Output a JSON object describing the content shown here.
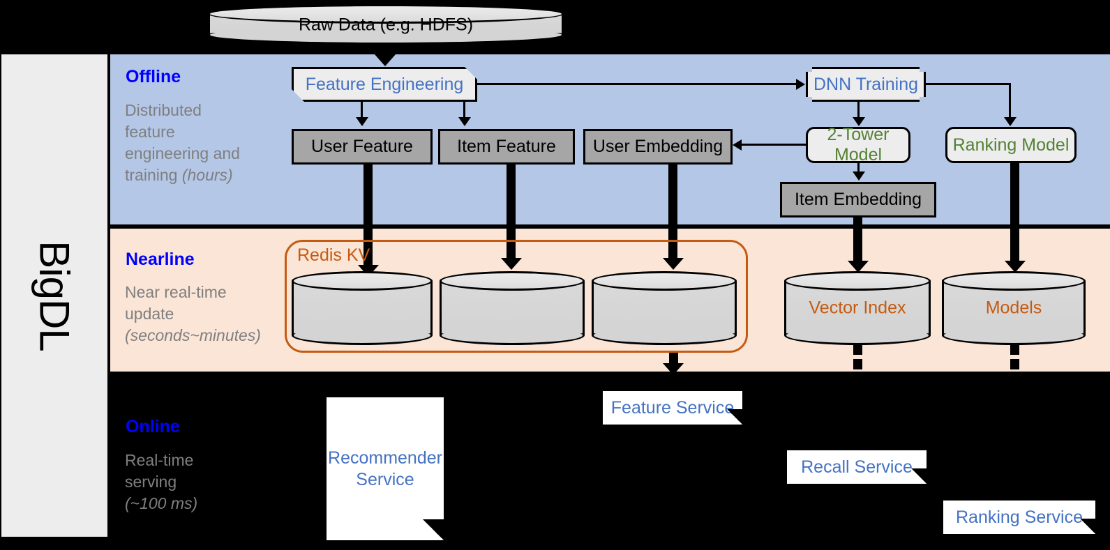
{
  "sidebar": {
    "brand": "BigDL"
  },
  "sections": [
    {
      "id": "offline",
      "title": "Offline",
      "subtitle_lines": [
        "Distributed",
        "feature",
        "engineering and",
        "training "
      ],
      "subtitle_italic": "(hours)"
    },
    {
      "id": "nearline",
      "title": "Nearline",
      "subtitle_lines": [
        "Near real-time",
        "update",
        ""
      ],
      "subtitle_italic": "(seconds~minutes)"
    },
    {
      "id": "online",
      "title": "Online",
      "subtitle_lines": [
        "Real-time",
        "serving",
        ""
      ],
      "subtitle_italic": "(~100 ms)"
    }
  ],
  "nodes": {
    "raw_data": "Raw Data (e.g. HDFS)",
    "feature_engineering": "Feature Engineering",
    "dnn_training": "DNN Training",
    "user_feature": "User Feature",
    "item_feature": "Item Feature",
    "user_embedding": "User Embedding",
    "two_tower_model": "2-Tower Model",
    "ranking_model": "Ranking Model",
    "item_embedding": "Item Embedding",
    "redis_kv": "Redis KV",
    "vector_index": "Vector Index",
    "models": "Models",
    "recommender_service_l1": "Recommender",
    "recommender_service_l2": "Service",
    "feature_service": "Feature Service",
    "recall_service": "Recall Service",
    "ranking_service": "Ranking Service"
  },
  "colors": {
    "offline_panel": "#b4c7e7",
    "nearline_panel": "#fbe5d6",
    "online_panel": "#000000",
    "sidebar": "#ededed",
    "section_title": "#0000ff",
    "section_subtitle": "#7f7f7f",
    "blue_text": "#4472c4",
    "green_text": "#548235",
    "brown_text": "#c55a11",
    "gray_fill": "#a6a6a6",
    "cylinder_fill": "#d9d9d9"
  }
}
